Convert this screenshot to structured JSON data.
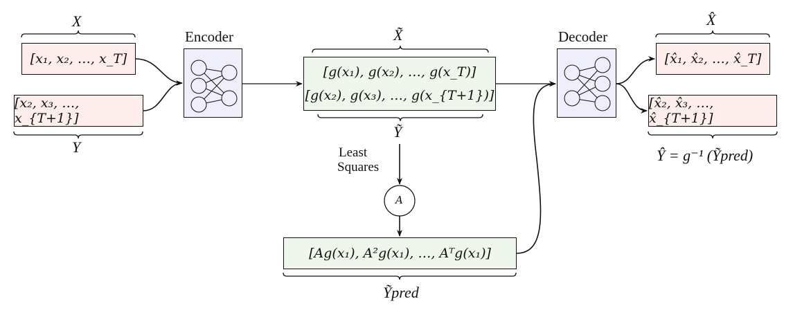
{
  "diagram": {
    "inputs": {
      "x_box": {
        "text": "[x₁, x₂, …, x_T]",
        "brace_label": "X"
      },
      "y_box": {
        "text": "[x₂, x₃, …, x_{T+1}]",
        "brace_label": "Y"
      }
    },
    "encoder": {
      "title": "Encoder"
    },
    "latent": {
      "line1": "[g(x₁), g(x₂), …, g(x_T)]",
      "line2": "[g(x₂), g(x₃), …, g(x_{T+1})]",
      "top_brace_label": "X̃",
      "bottom_brace_label": "Ỹ"
    },
    "least_squares": {
      "line1": "Least",
      "line2": "Squares"
    },
    "operator": {
      "label": "A"
    },
    "prediction": {
      "text": "[Ag(x₁), A²g(x₁), …, Aᵀg(x₁)]",
      "brace_label": "Ỹpred"
    },
    "decoder": {
      "title": "Decoder"
    },
    "outputs": {
      "xhat_box": {
        "text": "[x̂₁, x̂₂, …, x̂_T]",
        "brace_label": "X̂"
      },
      "yhat_box": {
        "text": "[x̂₂, x̂₃, …, x̂_{T+1}]",
        "brace_label": "Ŷ = g⁻¹ (Ỹpred)"
      }
    }
  }
}
